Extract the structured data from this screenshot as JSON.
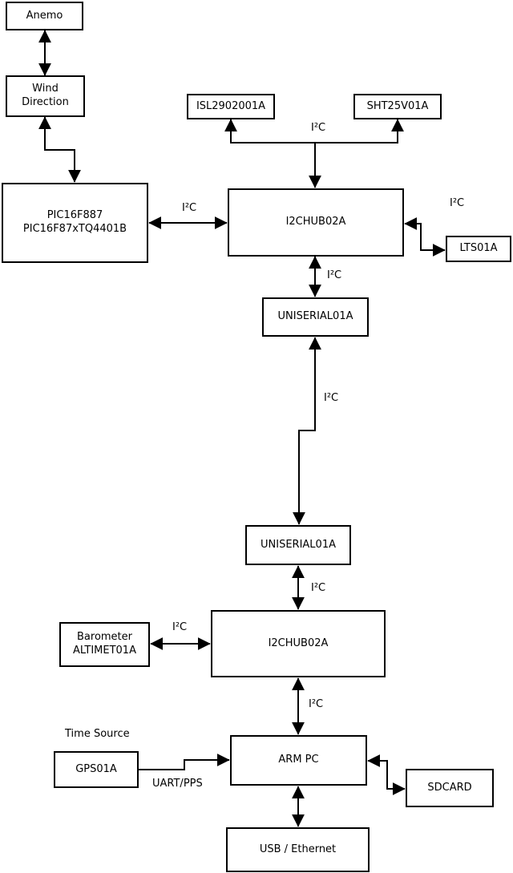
{
  "diagram_type": "hardware-block-diagram",
  "colors": {
    "background": "#ffffff",
    "box_fill": "#ffffff",
    "line": "#000000",
    "text": "#000000"
  },
  "boxes": {
    "anemo": "Anemo",
    "wind_direction": "Wind\nDirection",
    "pic": "PIC16F887\nPIC16F87xTQ4401B",
    "isl": "ISL2902001A",
    "sht": "SHT25V01A",
    "hub1": "I2CHUB02A",
    "lts": "LTS01A",
    "uniserial1": "UNISERIAL01A",
    "uniserial2": "UNISERIAL01A",
    "hub2": "I2CHUB02A",
    "barometer": "Barometer\nALTIMET01A",
    "arm_pc": "ARM PC",
    "gps": "GPS01A",
    "sdcard": "SDCARD",
    "usb_ethernet": "USB / Ethernet"
  },
  "labels": {
    "i2c_pic_hub1": "I²C",
    "i2c_top_branch": "I²C",
    "i2c_lts": "I²C",
    "i2c_hub1_uniserial1": "I²C",
    "i2c_uniserial_link": "I²C",
    "i2c_uniserial2_hub2": "I²C",
    "i2c_barometer": "I²C",
    "i2c_hub2_armpc": "I²C",
    "time_source": "Time Source",
    "uart_pps": "UART/PPS"
  }
}
